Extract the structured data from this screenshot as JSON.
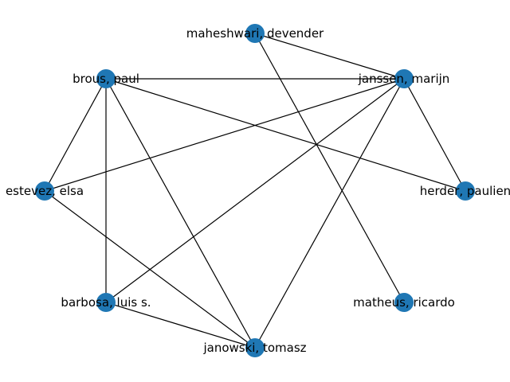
{
  "colors": {
    "node": "#1f77b4",
    "edge": "#000000",
    "label": "#000000",
    "background": "#ffffff"
  },
  "nodes": [
    {
      "id": "maheshwari",
      "label": "maheshwari, devender"
    },
    {
      "id": "janssen",
      "label": "janssen, marijn"
    },
    {
      "id": "brous",
      "label": "brous, paul"
    },
    {
      "id": "estevez",
      "label": "estevez, elsa"
    },
    {
      "id": "herder",
      "label": "herder, paulien"
    },
    {
      "id": "barbosa",
      "label": "barbosa, luis s."
    },
    {
      "id": "matheus",
      "label": "matheus, ricardo"
    },
    {
      "id": "janowski",
      "label": "janowski, tomasz"
    }
  ],
  "edges": [
    [
      "maheshwari",
      "janssen"
    ],
    [
      "maheshwari",
      "matheus"
    ],
    [
      "brous",
      "janssen"
    ],
    [
      "brous",
      "estevez"
    ],
    [
      "brous",
      "barbosa"
    ],
    [
      "brous",
      "janowski"
    ],
    [
      "brous",
      "herder"
    ],
    [
      "janssen",
      "estevez"
    ],
    [
      "janssen",
      "herder"
    ],
    [
      "janssen",
      "barbosa"
    ],
    [
      "janssen",
      "janowski"
    ],
    [
      "estevez",
      "janowski"
    ],
    [
      "barbosa",
      "janowski"
    ]
  ]
}
